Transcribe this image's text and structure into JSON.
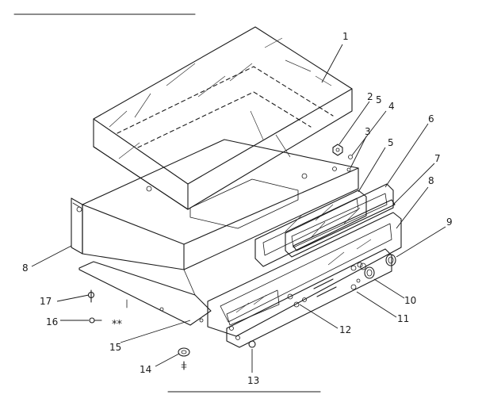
{
  "callouts": {
    "c1": "1",
    "c2": "2",
    "c3": "3",
    "c4": "4",
    "c5": "5",
    "c6": "6",
    "c7": "7",
    "c8a": "8",
    "c8b": "8",
    "c9": "9",
    "c10": "10",
    "c11": "11",
    "c12": "12",
    "c13": "13",
    "c14": "14",
    "c15": "15",
    "c16": "16",
    "c17": "17"
  },
  "marks": {
    "stars": "**",
    "superscript": "5"
  }
}
